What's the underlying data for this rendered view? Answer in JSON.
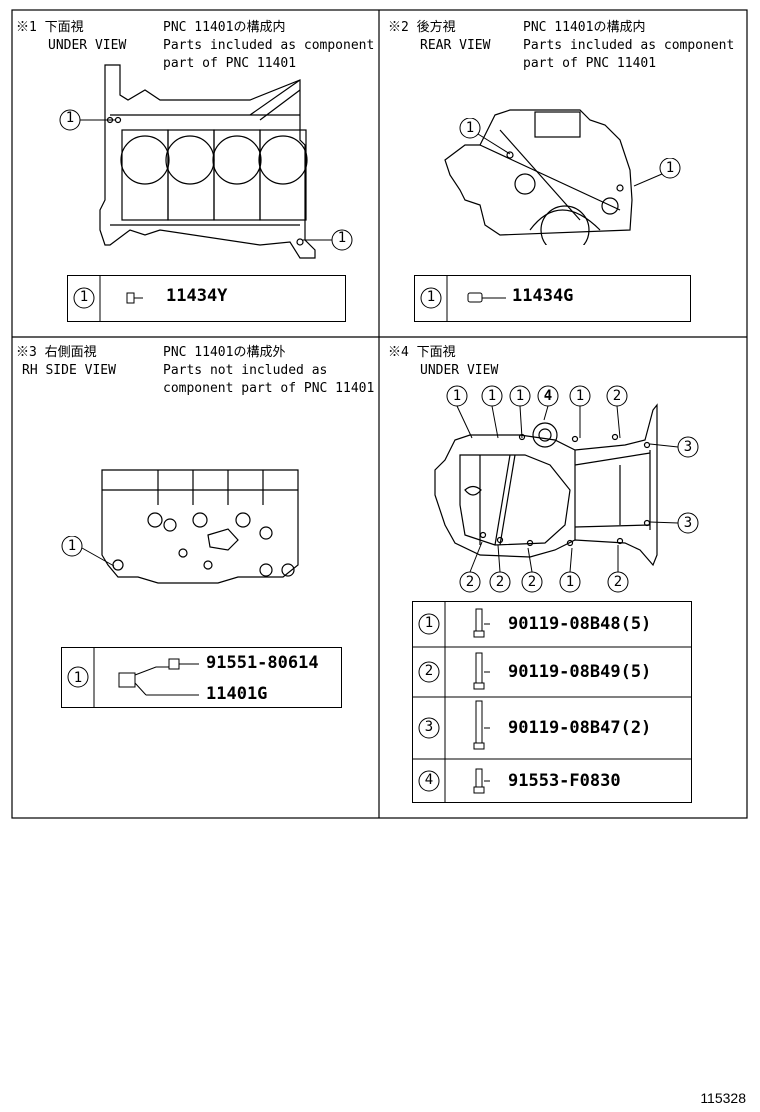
{
  "panels": {
    "p1": {
      "mark": "※1 下面視",
      "view": "UNDER VIEW",
      "pnc": "PNC 11401の構成内",
      "note_line1": "Parts included as component",
      "note_line2": "part of PNC 11401",
      "callout": "1",
      "table": [
        {
          "num": "1",
          "part": "11434Y"
        }
      ]
    },
    "p2": {
      "mark": "※2 後方視",
      "view": "REAR VIEW",
      "pnc": "PNC 11401の構成内",
      "note_line1": "Parts included as component",
      "note_line2": "part of PNC 11401",
      "callout": "1",
      "table": [
        {
          "num": "1",
          "part": "11434G"
        }
      ]
    },
    "p3": {
      "mark": "※3 右側面視",
      "view": "RH SIDE VIEW",
      "pnc": "PNC 11401の構成外",
      "note_line1": "Parts not included as",
      "note_line2": "component part of PNC 11401",
      "callout": "1",
      "table": [
        {
          "num": "1",
          "part_a": "91551-80614",
          "part_b": "11401G"
        }
      ]
    },
    "p4": {
      "mark": "※4 下面視",
      "view": "UNDER VIEW",
      "callouts": [
        "1",
        "2",
        "3",
        "4"
      ],
      "table": [
        {
          "num": "1",
          "part": "90119-08B48(5)"
        },
        {
          "num": "2",
          "part": "90119-08B49(5)"
        },
        {
          "num": "3",
          "part": "90119-08B47(2)"
        },
        {
          "num": "4",
          "part": "91553-F0830"
        }
      ]
    }
  },
  "footer_id": "115328"
}
